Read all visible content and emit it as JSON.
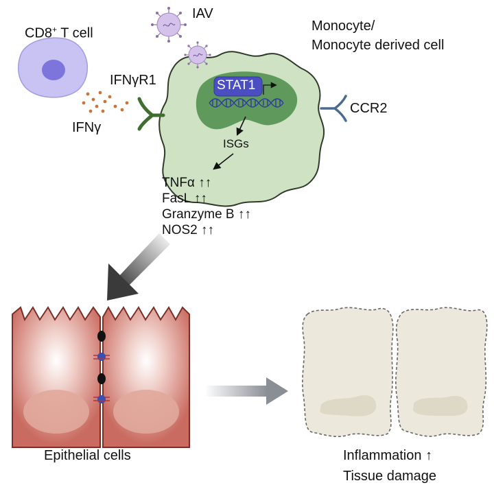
{
  "labels": {
    "cd8_prefix": "CD8",
    "cd8_sup": "+",
    "cd8_suffix": " T cell",
    "iav": "IAV",
    "monocyte_line1": "Monocyte/",
    "monocyte_line2": "Monocyte derived cell",
    "ifngr1": "IFNγR1",
    "ifng": "IFNγ",
    "stat1": "STAT1",
    "ccr2": "CCR2",
    "isgs": "ISGs",
    "epithelial": "Epithelial cells",
    "outcome_1": "Inflammation",
    "outcome_2": "Tissue damage"
  },
  "effectors": [
    {
      "name": "TNFα",
      "arrows": "↑↑"
    },
    {
      "name": "FasL",
      "arrows": "↑↑"
    },
    {
      "name": "Granzyme B",
      "arrows": "↑↑"
    },
    {
      "name": "NOS2",
      "arrows": "↑↑"
    }
  ],
  "outcome_arrow": "↑",
  "colors": {
    "t_cell": "#c9c3f4",
    "t_cell_nucleus": "#7d74dc",
    "monocyte_cytoplasm": "#cfe3c4",
    "monocyte_nucleus": "#5f9a5c",
    "receptor_ifngr1": "#3f6f2e",
    "receptor_ccr2": "#4a6a92",
    "stat1": "#4a4ec0",
    "dna": "#2e3a9e",
    "ifng_dots": "#c8743a",
    "virus": "#d4c2ea",
    "epithelium": "#c96b60",
    "epithelium_nucleus": "#e0a89b",
    "damaged_cell": "#ede8dc",
    "damaged_nucleus": "#ded8c6",
    "junction_black": "#111111",
    "junction_blue": "#3a4fb2"
  }
}
